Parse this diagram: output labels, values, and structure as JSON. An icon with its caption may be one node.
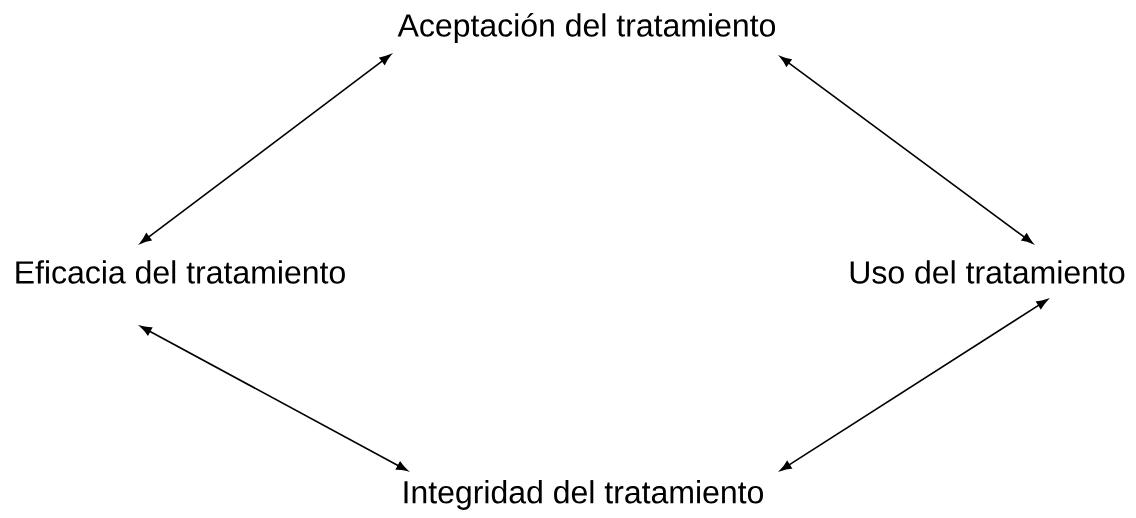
{
  "diagram": {
    "nodes": [
      {
        "text": [
          "Aceptación del tratamiento"
        ]
      },
      {
        "text": [
          "Eficacia del tratamiento"
        ]
      },
      {
        "text": [
          "Uso del tratamiento"
        ]
      },
      {
        "text": [
          "Integridad del tratamiento"
        ]
      }
    ],
    "edges": [
      {
        "from": 0,
        "to": 1,
        "arrow": "both"
      },
      {
        "from": 0,
        "to": 2,
        "arrow": "both"
      },
      {
        "from": 1,
        "to": 3,
        "arrow": "both"
      },
      {
        "from": 2,
        "to": 3,
        "arrow": "both"
      }
    ]
  }
}
